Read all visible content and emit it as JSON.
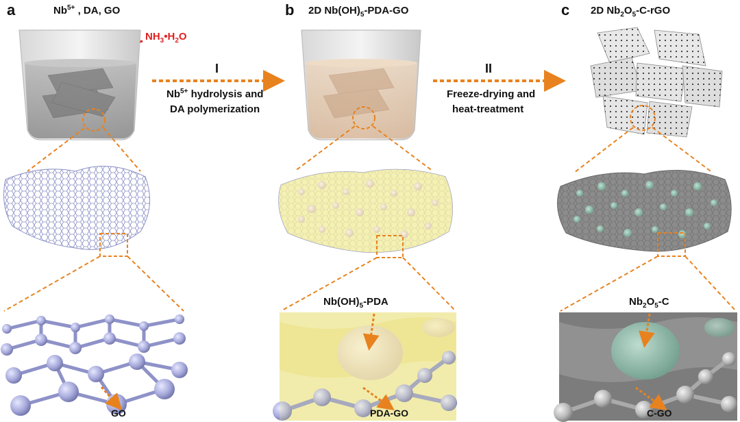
{
  "panels": [
    {
      "letter": "a",
      "title_main": "Nb",
      "title_sup": "5+",
      "title_rest": " , DA, GO",
      "reagent_a": "NH",
      "reagent_sub1": "3",
      "reagent_b": "•H",
      "reagent_sub2": "2",
      "reagent_c": "O",
      "zoom_label": "GO"
    },
    {
      "letter": "b",
      "title_a": "2D Nb(OH)",
      "title_sub": "5",
      "title_b": "-PDA-GO",
      "callout": "Nb(OH)",
      "callout_sub": "5",
      "callout_b": "-PDA",
      "zoom_label": "PDA-GO"
    },
    {
      "letter": "c",
      "title_a": "2D Nb",
      "title_sub1": "2",
      "title_b": "O",
      "title_sub2": "5",
      "title_c": "-C-rGO",
      "callout": "Nb",
      "callout_sub1": "2",
      "callout_b": "O",
      "callout_sub2": "5",
      "callout_c": "-C",
      "zoom_label": "C-GO"
    }
  ],
  "steps": [
    {
      "numeral": "I",
      "line1_a": "Nb",
      "line1_sup": "5+",
      "line1_b": " hydrolysis and",
      "line2": "DA polymerization"
    },
    {
      "numeral": "II",
      "line1": "Freeze-drying and",
      "line2": "heat-treatment"
    }
  ],
  "colors": {
    "arrow": "#e8821e",
    "reagent": "#e02020",
    "go_sheet": "#9aa0d0",
    "pda": "#f3eea0",
    "nb2o5": "#6f9f8c"
  }
}
